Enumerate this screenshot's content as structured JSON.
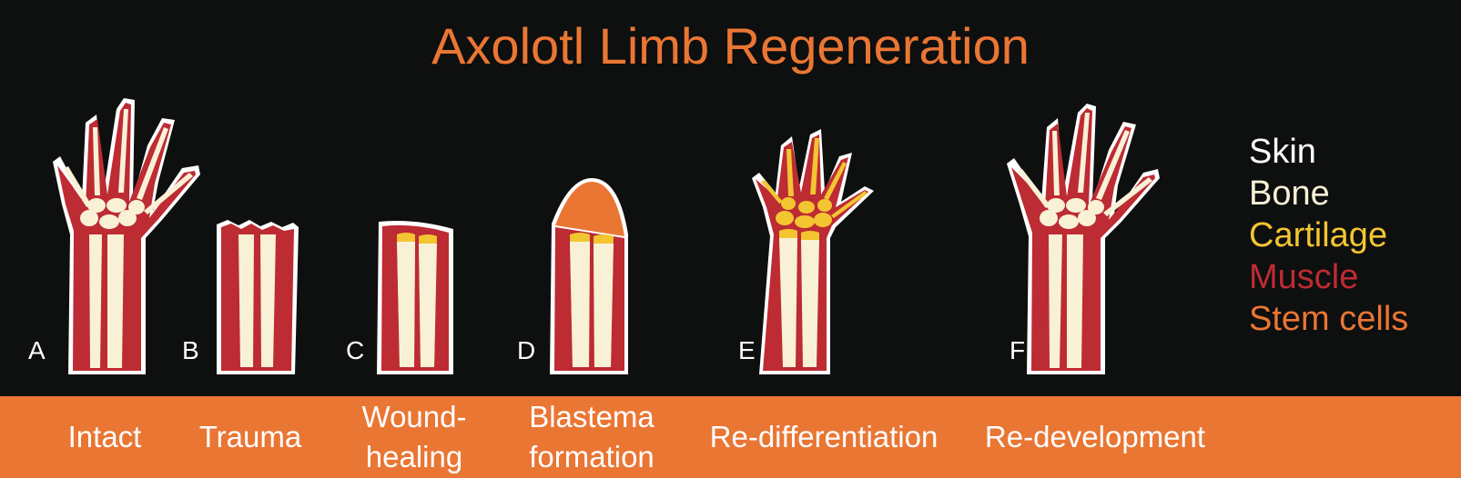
{
  "title": "Axolotl Limb Regeneration",
  "colors": {
    "background": "#0e0f0f",
    "skin": "#ffffff",
    "bone": "#f8f1d6",
    "cartilage": "#f3c531",
    "muscle": "#bd2b33",
    "stem_cells": "#ea7634"
  },
  "panels": [
    {
      "letter": "A",
      "stage": "Intact"
    },
    {
      "letter": "B",
      "stage": "Trauma"
    },
    {
      "letter": "C",
      "stage": "Wound-\nhealing"
    },
    {
      "letter": "D",
      "stage": "Blastema\nformation"
    },
    {
      "letter": "E",
      "stage": "Re-differentiation"
    },
    {
      "letter": "F",
      "stage": "Re-development"
    }
  ],
  "legend": [
    {
      "label": "Skin",
      "color": "#ffffff"
    },
    {
      "label": "Bone",
      "color": "#f8f1d6"
    },
    {
      "label": "Cartilage",
      "color": "#f3c531"
    },
    {
      "label": "Muscle",
      "color": "#bd2b33"
    },
    {
      "label": "Stem cells",
      "color": "#ea7634"
    }
  ]
}
